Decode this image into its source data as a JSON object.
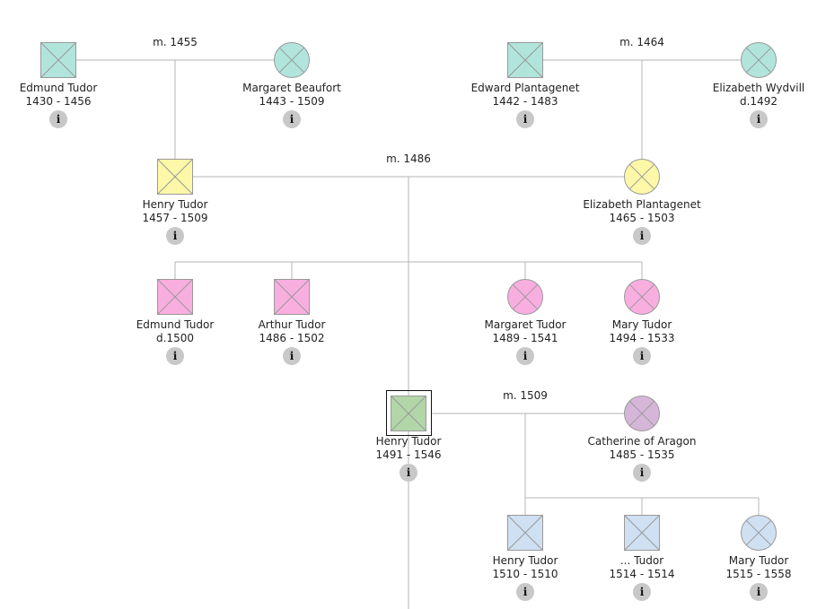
{
  "colors": {
    "teal": "#b1e5dc",
    "yellow": "#fdf8a8",
    "pink": "#f9aee0",
    "green": "#b2d6a8",
    "purple": "#d6b6d8",
    "blue": "#cfe0f2",
    "stroke": "#999999",
    "line": "#b4b4b4"
  },
  "info_glyph": "i",
  "people": [
    {
      "id": "edmund-tudor-1430",
      "name": "Edmund Tudor",
      "dates": "1430 - 1456",
      "sex": "male",
      "color": "teal"
    },
    {
      "id": "margaret-beaufort",
      "name": "Margaret Beaufort",
      "dates": "1443 - 1509",
      "sex": "female",
      "color": "teal"
    },
    {
      "id": "edward-plantagenet",
      "name": "Edward Plantagenet",
      "dates": "1442 - 1483",
      "sex": "male",
      "color": "teal"
    },
    {
      "id": "elizabeth-wydvill",
      "name": "Elizabeth Wydvill",
      "dates": "d.1492",
      "sex": "female",
      "color": "teal"
    },
    {
      "id": "henry-tudor-1457",
      "name": "Henry Tudor",
      "dates": "1457 - 1509",
      "sex": "male",
      "color": "yellow"
    },
    {
      "id": "elizabeth-plantagenet",
      "name": "Elizabeth Plantagenet",
      "dates": "1465 - 1503",
      "sex": "female",
      "color": "yellow"
    },
    {
      "id": "edmund-tudor-1500",
      "name": "Edmund Tudor",
      "dates": "d.1500",
      "sex": "male",
      "color": "pink"
    },
    {
      "id": "arthur-tudor",
      "name": "Arthur Tudor",
      "dates": "1486 - 1502",
      "sex": "male",
      "color": "pink"
    },
    {
      "id": "margaret-tudor",
      "name": "Margaret Tudor",
      "dates": "1489 - 1541",
      "sex": "female",
      "color": "pink"
    },
    {
      "id": "mary-tudor-1494",
      "name": "Mary Tudor",
      "dates": "1494 - 1533",
      "sex": "female",
      "color": "pink"
    },
    {
      "id": "henry-tudor-1491",
      "name": "Henry Tudor",
      "dates": "1491 - 1546",
      "sex": "male",
      "color": "green",
      "selected": true
    },
    {
      "id": "catherine-of-aragon",
      "name": "Catherine of Aragon",
      "dates": "1485 - 1535",
      "sex": "female",
      "color": "purple"
    },
    {
      "id": "henry-tudor-1510",
      "name": "Henry Tudor",
      "dates": "1510 - 1510",
      "sex": "male",
      "color": "blue"
    },
    {
      "id": "unnamed-tudor-1514",
      "name": "... Tudor",
      "dates": "1514 - 1514",
      "sex": "male",
      "color": "blue"
    },
    {
      "id": "mary-tudor-1515",
      "name": "Mary Tudor",
      "dates": "1515 - 1558",
      "sex": "female",
      "color": "blue"
    }
  ],
  "marriages": [
    {
      "id": "m-1455",
      "label": "m. 1455"
    },
    {
      "id": "m-1464",
      "label": "m. 1464"
    },
    {
      "id": "m-1486",
      "label": "m. 1486"
    },
    {
      "id": "m-1509",
      "label": "m. 1509"
    }
  ]
}
